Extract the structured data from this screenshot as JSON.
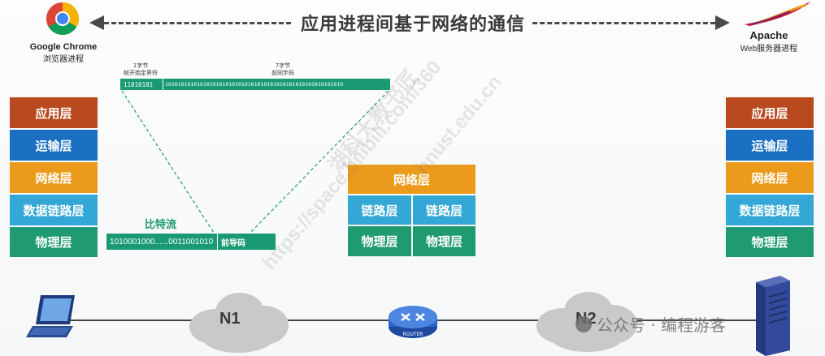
{
  "title": "应用进程间基于网络的通信",
  "client": {
    "name": "Google Chrome",
    "subtitle": "浏览器进程"
  },
  "server": {
    "name": "Apache",
    "subtitle": "Web服务器进程"
  },
  "left_stack": [
    "应用层",
    "运输层",
    "网络层",
    "数据链路层",
    "物理层"
  ],
  "right_stack": [
    "应用层",
    "运输层",
    "网络层",
    "数据链路层",
    "物理层"
  ],
  "router_stack": {
    "network": "网络层",
    "link_left": "链路层",
    "link_right": "链路层",
    "phys_left": "物理层",
    "phys_right": "物理层"
  },
  "frame_detail": {
    "sfd_caption_1": "1字节",
    "sfd_caption_2": "帧开始定界符",
    "preamble_caption_1": "7字节",
    "preamble_caption_2": "前同步码",
    "sfd_bits": "11010101",
    "preamble_bits": "10101010101010101010101010101010101010101010101010101010"
  },
  "bitstream": {
    "label": "比特流",
    "bits": "1010001000......0011001010",
    "preamble_tag": "前导码"
  },
  "networks": {
    "left": "N1",
    "right": "N2",
    "router_tag": "ROUTER"
  },
  "watermarks": {
    "diag1": "湖科大教书匠",
    "diag2": "https://space.bilibili.com/360",
    "diag3": "hnust.edu.cn",
    "bottom": "公众号 · 编程游客"
  },
  "colors": {
    "app": "#b94a1f",
    "transport": "#1a6fc2",
    "network": "#ec9a1b",
    "link": "#33a7d6",
    "physical": "#1f9a73"
  }
}
